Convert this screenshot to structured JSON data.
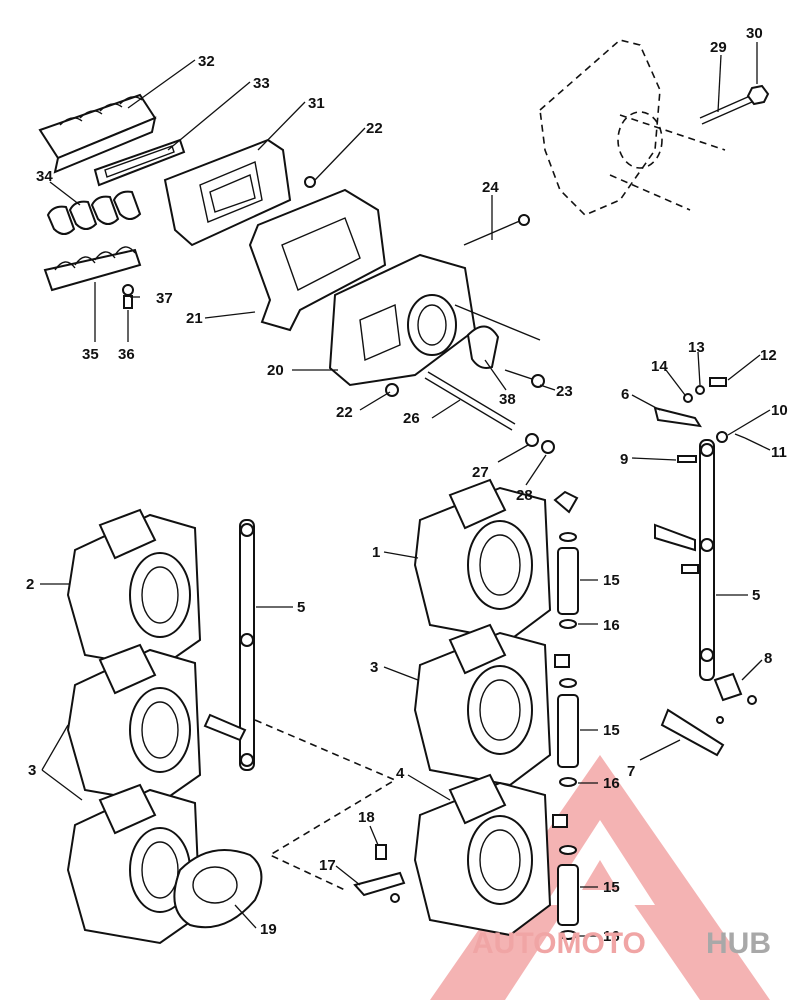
{
  "diagram": {
    "callouts": [
      {
        "id": "c32",
        "label": "32"
      },
      {
        "id": "c33",
        "label": "33"
      },
      {
        "id": "c31",
        "label": "31"
      },
      {
        "id": "c22a",
        "label": "22"
      },
      {
        "id": "c34",
        "label": "34"
      },
      {
        "id": "c21",
        "label": "21"
      },
      {
        "id": "c37",
        "label": "37"
      },
      {
        "id": "c35",
        "label": "35"
      },
      {
        "id": "c36",
        "label": "36"
      },
      {
        "id": "c20",
        "label": "20"
      },
      {
        "id": "c22b",
        "label": "22"
      },
      {
        "id": "c24",
        "label": "24"
      },
      {
        "id": "c38",
        "label": "38"
      },
      {
        "id": "c23",
        "label": "23"
      },
      {
        "id": "c26",
        "label": "26"
      },
      {
        "id": "c27",
        "label": "27"
      },
      {
        "id": "c28",
        "label": "28"
      },
      {
        "id": "c29",
        "label": "29"
      },
      {
        "id": "c30",
        "label": "30"
      },
      {
        "id": "c14",
        "label": "14"
      },
      {
        "id": "c13",
        "label": "13"
      },
      {
        "id": "c12",
        "label": "12"
      },
      {
        "id": "c6",
        "label": "6"
      },
      {
        "id": "c10",
        "label": "10"
      },
      {
        "id": "c9",
        "label": "9"
      },
      {
        "id": "c11",
        "label": "11"
      },
      {
        "id": "c1",
        "label": "1"
      },
      {
        "id": "c15a",
        "label": "15"
      },
      {
        "id": "c16a",
        "label": "16"
      },
      {
        "id": "c5a",
        "label": "5"
      },
      {
        "id": "c5b",
        "label": "5"
      },
      {
        "id": "c8",
        "label": "8"
      },
      {
        "id": "c2",
        "label": "2"
      },
      {
        "id": "c3a",
        "label": "3"
      },
      {
        "id": "c3b",
        "label": "3"
      },
      {
        "id": "c15b",
        "label": "15"
      },
      {
        "id": "c7",
        "label": "7"
      },
      {
        "id": "c4",
        "label": "4"
      },
      {
        "id": "c16b",
        "label": "16"
      },
      {
        "id": "c18",
        "label": "18"
      },
      {
        "id": "c17",
        "label": "17"
      },
      {
        "id": "c15c",
        "label": "15"
      },
      {
        "id": "c19",
        "label": "19"
      },
      {
        "id": "c16c",
        "label": "16"
      }
    ]
  },
  "watermark": {
    "part1": "AUTOMOTO",
    "part2": "HUB",
    "color_primary": "#f0a5a5",
    "color_secondary": "#a8a8a8"
  }
}
